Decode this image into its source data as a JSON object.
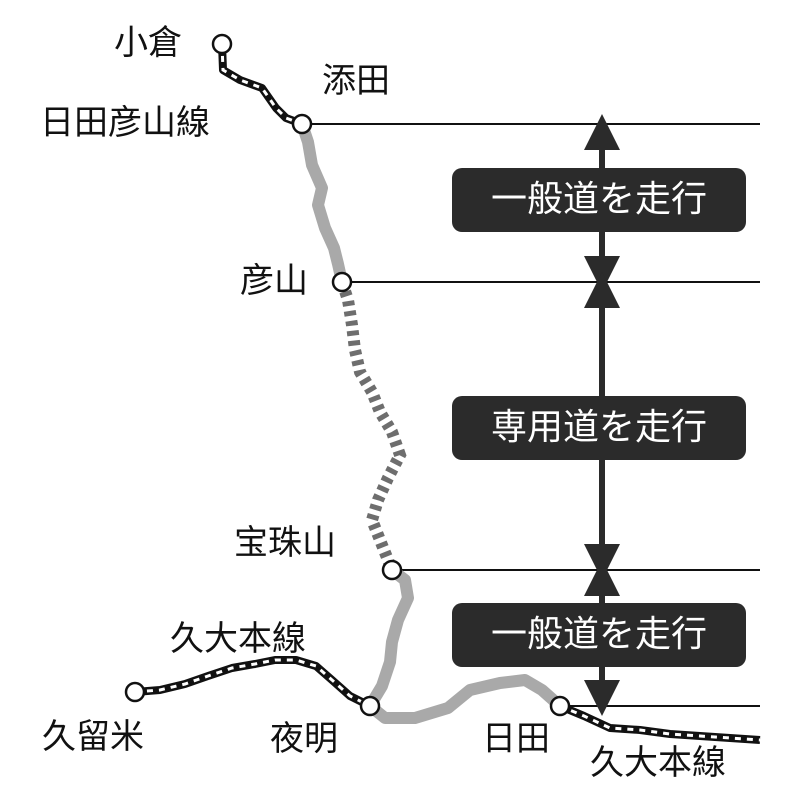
{
  "stations": {
    "kokura": "小倉",
    "soeda": "添田",
    "hikosan": "彦山",
    "hojuyama": "宝珠山",
    "yoake": "夜明",
    "hita": "日田",
    "kurume": "久留米"
  },
  "lines": {
    "hitahikosan": "日田彦山線",
    "kyudai_west": "久大本線",
    "kyudai_east": "久大本線"
  },
  "segments": {
    "upper": "一般道を走行",
    "middle": "専用道を走行",
    "lower": "一般道を走行"
  },
  "colors": {
    "rail": "#111111",
    "bus_route": "#a9a9a9",
    "dedicated_route": "#6e6e6e",
    "label_box": "#2b2b2b",
    "label_text": "#ffffff"
  }
}
